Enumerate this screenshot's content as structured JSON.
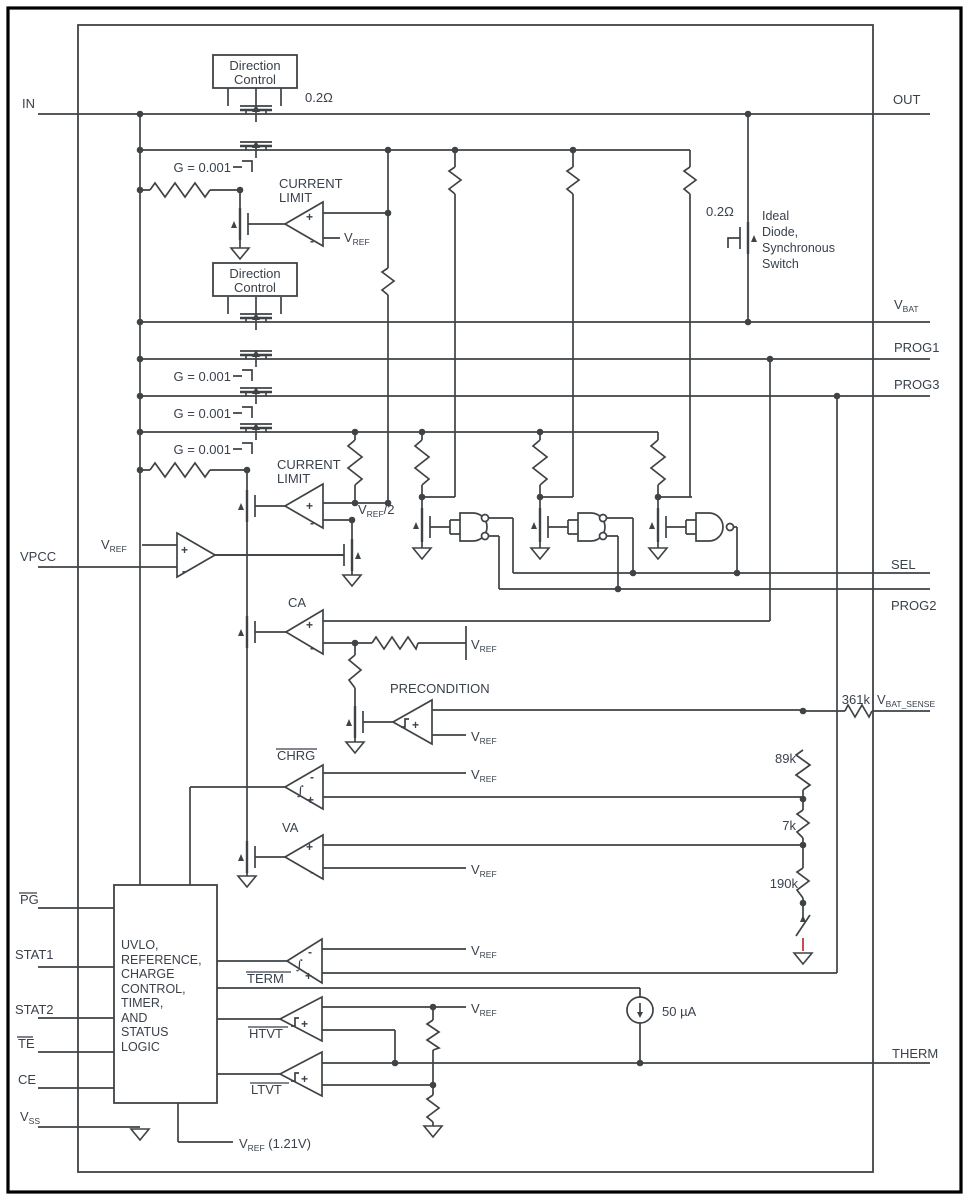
{
  "diagram_type": "ic-block-diagram",
  "pins": {
    "in": "IN",
    "out": "OUT",
    "vpcc": "VPCC",
    "pg": "PG",
    "stat1": "STAT1",
    "stat2": "STAT2",
    "te": "TE",
    "ce": "CE",
    "prog1": "PROG1",
    "prog2": "PROG2",
    "prog3": "PROG3",
    "sel": "SEL",
    "therm": "THERM"
  },
  "symbols": {
    "v": "V",
    "ref": "REF",
    "ref_div2": "/2",
    "bat": "BAT",
    "bat_sense": "BAT_SENSE",
    "ss": "SS",
    "vref_121_suffix": " (1.21V)",
    "plus": "+",
    "minus": "-",
    "integral": "∫"
  },
  "labels": {
    "direction": "Direction",
    "control": "Control",
    "r_sense": "0.2Ω",
    "gain": "G = 0.001",
    "current": "CURRENT",
    "limit": "LIMIT",
    "ideal_l1": "Ideal",
    "ideal_l2": "Diode,",
    "ideal_l3": "Synchronous",
    "ideal_l4": "Switch",
    "ca": "CA",
    "va": "VA",
    "chrg": "CHRG",
    "term": "TERM",
    "htvt": "HTVT",
    "ltvt": "LTVT",
    "precondition": "PRECONDITION",
    "r361k": "361k",
    "r89k": "89k",
    "r7k": "7k",
    "r190k": "190k",
    "i_50ua": "50 µA"
  },
  "logic_block": {
    "lines": [
      "UVLO,",
      "REFERENCE,",
      "CHARGE",
      "CONTROL,",
      "TIMER,",
      "AND",
      "STATUS",
      "LOGIC"
    ]
  },
  "colors": {
    "wire": "#3f4345",
    "text": "#39414b",
    "frame": "#000000",
    "background": "#ffffff",
    "accent_red": "#c23b3b"
  }
}
